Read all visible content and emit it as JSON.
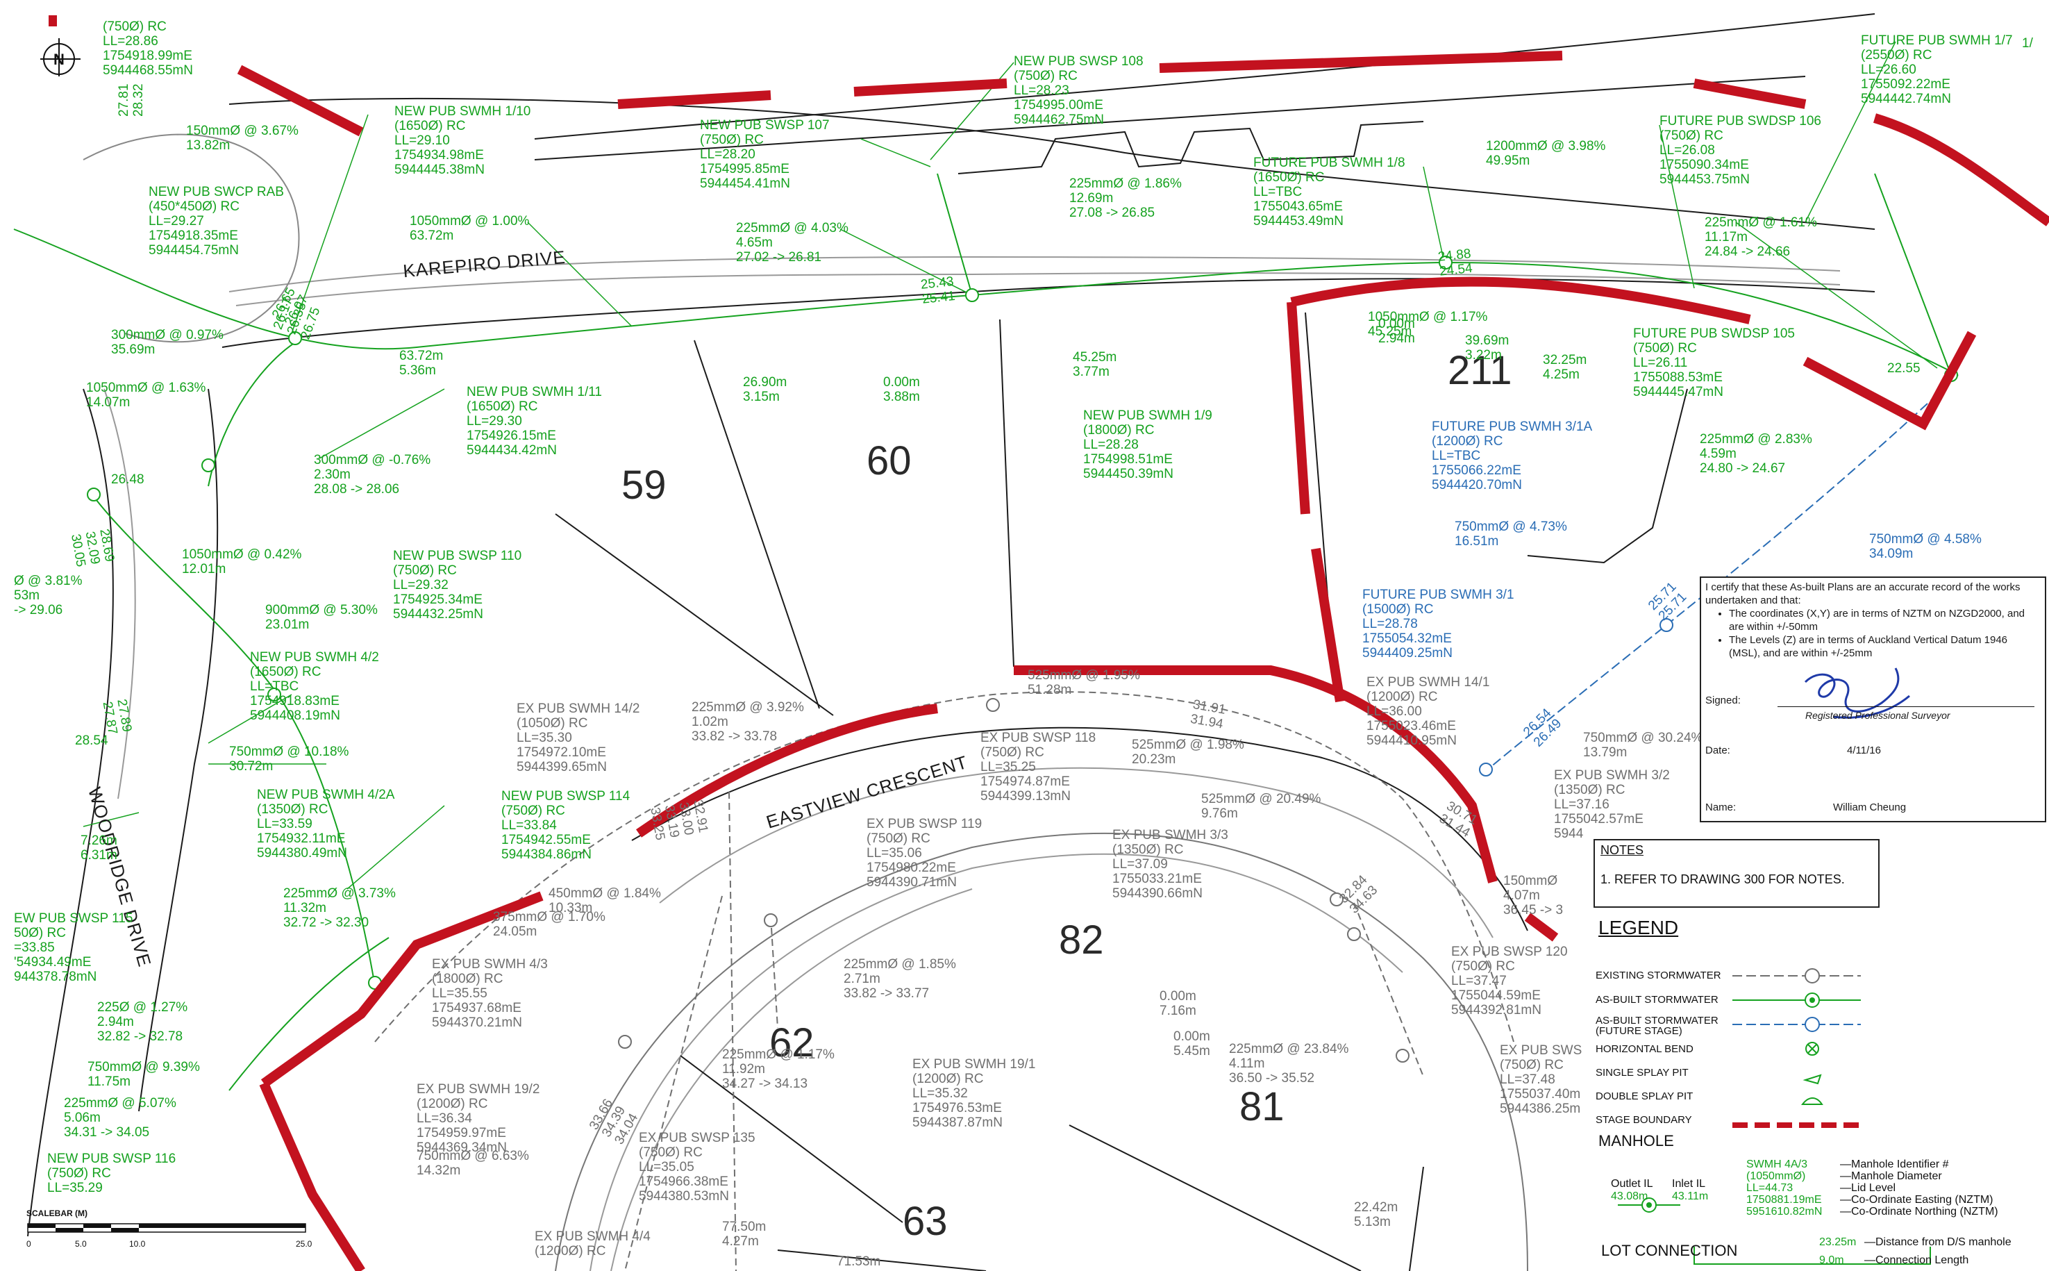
{
  "map": {
    "colors": {
      "stage_boundary": "#c3121f",
      "asbuilt": "#15a21f",
      "future": "#2a6db5",
      "existing": "#6f6f6f",
      "linework": "#1b1b1b"
    },
    "north_label": "N",
    "roads": {
      "karepiro": "KAREPIRO DRIVE",
      "woodridge": "WOODRIDGE DRIVE",
      "eastview": "EASTVIEW CRESCENT"
    },
    "lots": {
      "l59": "59",
      "l60": "60",
      "l211": "211",
      "l82": "82",
      "l81": "81",
      "l62": "62",
      "l63": "63"
    },
    "labels": [
      {
        "id": "t01",
        "c": "green",
        "lines": [
          "NEW PUB SWSP 108",
          "(750Ø) RC",
          "LL=28.23",
          "1754995.00mE",
          "5944462.75mN"
        ]
      },
      {
        "id": "t02",
        "c": "green",
        "lines": [
          "NEW PUB SWMH 1/10",
          "(1650Ø) RC",
          "LL=29.10",
          "1754934.98mE",
          "5944445.38mN"
        ]
      },
      {
        "id": "t03",
        "c": "green",
        "lines": [
          "NEW PUB SWSP 107",
          "(750Ø) RC",
          "LL=28.20",
          "1754995.85mE",
          "5944454.41mN"
        ]
      },
      {
        "id": "t04",
        "c": "green",
        "lines": [
          "(750Ø) RC",
          "LL=28.86",
          "1754918.99mE",
          "5944468.55mN"
        ]
      },
      {
        "id": "t05",
        "c": "green",
        "lines": [
          "150mmØ @ 3.67%",
          "13.82m"
        ]
      },
      {
        "id": "t06",
        "c": "green",
        "lines": [
          "NEW PUB SWCP RAB",
          "(450*450Ø) RC",
          "LL=29.27",
          "1754918.35mE",
          "5944454.75mN"
        ]
      },
      {
        "id": "t07",
        "c": "green",
        "lines": [
          "1050mmØ @ 1.00%",
          "63.72m"
        ]
      },
      {
        "id": "t08",
        "c": "green",
        "lines": [
          "225mmØ @ 4.03%",
          "4.65m",
          "27.02 -> 26.81"
        ]
      },
      {
        "id": "t09",
        "c": "green",
        "lines": [
          "225mmØ @ 1.86%",
          "12.69m",
          "27.08 -> 26.85"
        ]
      },
      {
        "id": "t10",
        "c": "green",
        "lines": [
          "FUTURE PUB SWMH 1/8",
          "(1650Ø) RC",
          "LL=TBC",
          "1755043.65mE",
          "5944453.49mN"
        ]
      },
      {
        "id": "t11",
        "c": "green",
        "lines": [
          "1200mmØ @ 3.98%",
          "49.95m"
        ]
      },
      {
        "id": "t12",
        "c": "green",
        "lines": [
          "FUTURE PUB SWMH 1/7",
          "(2550Ø) RC",
          "LL=26.60",
          "1755092.22mE",
          "5944442.74mN"
        ]
      },
      {
        "id": "t13",
        "c": "green",
        "lines": [
          "FUTURE PUB SWDSP 106",
          "(750Ø) RC",
          "LL=26.08",
          "1755090.34mE",
          "5944453.75mN"
        ]
      },
      {
        "id": "t14",
        "c": "green",
        "lines": [
          "225mmØ @ 1.61%",
          "11.17m",
          "24.84 -> 24.66"
        ]
      },
      {
        "id": "t15",
        "c": "green",
        "lines": [
          "24.88",
          "24.54"
        ]
      },
      {
        "id": "t16",
        "c": "green",
        "lines": [
          "25.43",
          "25.41"
        ]
      },
      {
        "id": "t17",
        "c": "green",
        "lines": [
          "1050mmØ @ 1.17%",
          "45.25m"
        ]
      },
      {
        "id": "t18",
        "c": "green",
        "lines": [
          "0.00m",
          "2.94m"
        ]
      },
      {
        "id": "t19",
        "c": "green",
        "lines": [
          "39.69m",
          "3.22m"
        ]
      },
      {
        "id": "t20",
        "c": "green",
        "lines": [
          "32.25m",
          "4.25m"
        ]
      },
      {
        "id": "t21",
        "c": "green",
        "lines": [
          "FUTURE PUB SWDSP 105",
          "(750Ø) RC",
          "LL=26.11",
          "1755088.53mE",
          "5944445.47mN"
        ]
      },
      {
        "id": "t22",
        "c": "green",
        "lines": [
          "22.55"
        ]
      },
      {
        "id": "t23",
        "c": "green",
        "lines": [
          "225mmØ @ 2.83%",
          "4.59m",
          "24.80 -> 24.67"
        ]
      },
      {
        "id": "t24",
        "c": "green",
        "lines": [
          "300mmØ @ 0.97%",
          "35.69m"
        ]
      },
      {
        "id": "t25",
        "c": "green",
        "lines": [
          "26.65",
          "26.07"
        ]
      },
      {
        "id": "t26",
        "c": "green",
        "lines": [
          "63.72m",
          "5.36m"
        ]
      },
      {
        "id": "t27",
        "c": "green",
        "lines": [
          "26.90m",
          "3.15m"
        ]
      },
      {
        "id": "t28",
        "c": "green",
        "lines": [
          "0.00m",
          "3.88m"
        ]
      },
      {
        "id": "t29",
        "c": "green",
        "lines": [
          "45.25m",
          "3.77m"
        ]
      },
      {
        "id": "t30",
        "c": "green",
        "lines": [
          "1050mmØ @ 1.63%",
          "14.07m"
        ]
      },
      {
        "id": "t31",
        "c": "green",
        "lines": [
          "NEW PUB SWMH 1/11",
          "(1650Ø) RC",
          "LL=29.30",
          "1754926.15mE",
          "5944434.42mN"
        ]
      },
      {
        "id": "t32",
        "c": "green",
        "lines": [
          "NEW PUB SWMH 1/9",
          "(1800Ø) RC",
          "LL=28.28",
          "1754998.51mE",
          "5944450.39mN"
        ]
      },
      {
        "id": "t33",
        "c": "green",
        "lines": [
          "300mmØ @ -0.76%",
          "2.30m",
          "28.08 -> 28.06"
        ]
      },
      {
        "id": "t34",
        "c": "green",
        "lines": [
          "26.48"
        ]
      },
      {
        "id": "t35",
        "c": "green",
        "lines": [
          "1050mmØ @ 0.42%",
          "12.01m"
        ]
      },
      {
        "id": "t36",
        "c": "green",
        "lines": [
          "NEW PUB SWSP 110",
          "(750Ø) RC",
          "LL=29.32",
          "1754925.34mE",
          "5944432.25mN"
        ]
      },
      {
        "id": "t37",
        "c": "green",
        "lines": [
          "Ø @ 3.81%",
          "53m",
          "-> 29.06"
        ]
      },
      {
        "id": "t38",
        "c": "green",
        "lines": [
          "900mmØ @ 5.30%",
          "23.01m"
        ]
      },
      {
        "id": "t39",
        "c": "green",
        "lines": [
          "NEW PUB SWMH 4/2",
          "(1650Ø) RC",
          "LL=TBC",
          "1754918.83mE",
          "5944408.19mN"
        ]
      },
      {
        "id": "t40",
        "c": "green",
        "lines": [
          "750mmØ @ 10.18%",
          "30.72m"
        ]
      },
      {
        "id": "t41",
        "c": "green",
        "lines": [
          "NEW PUB SWMH 4/2A",
          "(1350Ø) RC",
          "LL=33.59",
          "1754932.11mE",
          "5944380.49mN"
        ]
      },
      {
        "id": "t42",
        "c": "green",
        "lines": [
          "NEW PUB SWSP 114",
          "(750Ø) RC",
          "LL=33.84",
          "1754942.55mE",
          "5944384.86mN"
        ]
      },
      {
        "id": "t43",
        "c": "green",
        "lines": [
          "7.26m",
          "6.31m"
        ]
      },
      {
        "id": "t44",
        "c": "green",
        "lines": [
          "225mmØ @ 3.73%",
          "11.32m",
          "32.72 -> 32.30"
        ]
      },
      {
        "id": "t45",
        "c": "green",
        "lines": [
          "EW PUB SWSP 115",
          "50Ø) RC",
          "=33.85",
          "'54934.49mE",
          "944378.78mN"
        ]
      },
      {
        "id": "t46",
        "c": "green",
        "lines": [
          "225Ø @ 1.27%",
          "2.94m",
          "32.82 -> 32.78"
        ]
      },
      {
        "id": "t47",
        "c": "green",
        "lines": [
          "750mmØ @ 9.39%",
          "11.75m"
        ]
      },
      {
        "id": "t48",
        "c": "green",
        "lines": [
          "225mmØ @ 5.07%",
          "5.06m",
          "34.31 -> 34.05"
        ]
      },
      {
        "id": "t49",
        "c": "green",
        "lines": [
          "NEW PUB SWSP 116",
          "(750Ø) RC",
          "LL=35.29"
        ]
      },
      {
        "id": "t50",
        "c": "green",
        "lines": [
          "28.54"
        ]
      },
      {
        "id": "t51",
        "c": "blue",
        "lines": [
          "FUTURE PUB SWMH 3/1A",
          "(1200Ø) RC",
          "LL=TBC",
          "1755066.22mE",
          "5944420.70mN"
        ]
      },
      {
        "id": "t52",
        "c": "blue",
        "lines": [
          "750mmØ @ 4.73%",
          "16.51m"
        ]
      },
      {
        "id": "t53",
        "c": "blue",
        "lines": [
          "750mmØ @ 4.58%",
          "34.09m"
        ]
      },
      {
        "id": "t54",
        "c": "blue",
        "lines": [
          "FUTURE PUB SWMH 3/1",
          "(1500Ø) RC",
          "LL=28.78",
          "1755054.32mE",
          "5944409.25mN"
        ]
      },
      {
        "id": "t55",
        "c": "blue",
        "lines": [
          "25.71",
          "25.71"
        ]
      },
      {
        "id": "t56",
        "c": "blue",
        "lines": [
          "26.54",
          "26.49"
        ]
      },
      {
        "id": "t57",
        "c": "grey",
        "lines": [
          "525mmØ @ 1.95%",
          "51.28m"
        ]
      },
      {
        "id": "t58",
        "c": "grey",
        "lines": [
          "EX PUB SWMH 14/1",
          "(1200Ø) RC",
          "LL=36.00",
          "1755023.46mE",
          "5944410.95mN"
        ]
      },
      {
        "id": "t59",
        "c": "grey",
        "lines": [
          "31.91",
          "31.94"
        ]
      },
      {
        "id": "t60",
        "c": "grey",
        "lines": [
          "750mmØ @ 30.24%",
          "13.79m"
        ]
      },
      {
        "id": "t61",
        "c": "grey",
        "lines": [
          "EX PUB SWMH 14/2",
          "(1050Ø) RC",
          "LL=35.30",
          "1754972.10mE",
          "5944399.65mN"
        ]
      },
      {
        "id": "t62",
        "c": "grey",
        "lines": [
          "225mmØ @ 3.92%",
          "1.02m",
          "33.82 -> 33.78"
        ]
      },
      {
        "id": "t63",
        "c": "grey",
        "lines": [
          "EX PUB SWSP 118",
          "(750Ø) RC",
          "LL=35.25",
          "1754974.87mE",
          "5944399.13mN"
        ]
      },
      {
        "id": "t64",
        "c": "grey",
        "lines": [
          "525mmØ @ 1.98%",
          "20.23m"
        ]
      },
      {
        "id": "t65",
        "c": "grey",
        "lines": [
          "525mmØ @ 20.49%",
          "9.76m"
        ]
      },
      {
        "id": "t66",
        "c": "grey",
        "lines": [
          "EX PUB SWMH 3/2",
          "(1350Ø) RC",
          "LL=37.16",
          "1755042.57mE",
          "5944"
        ]
      },
      {
        "id": "t67",
        "c": "grey",
        "lines": [
          "30.71",
          "31.44"
        ]
      },
      {
        "id": "t68",
        "c": "grey",
        "lines": [
          "EX PUB SWSP 119",
          "(750Ø) RC",
          "LL=35.06",
          "1754980.22mE",
          "5944390.71mN"
        ]
      },
      {
        "id": "t69",
        "c": "grey",
        "lines": [
          "EX PUB SWMH 3/3",
          "(1350Ø) RC",
          "LL=37.09",
          "1755033.21mE",
          "5944390.66mN"
        ]
      },
      {
        "id": "t70",
        "c": "grey",
        "lines": [
          "450mmØ @ 1.84%",
          "10.33m"
        ]
      },
      {
        "id": "t71",
        "c": "grey",
        "lines": [
          "375mmØ @ 1.70%",
          "24.05m"
        ]
      },
      {
        "id": "t72",
        "c": "grey",
        "lines": [
          "150mmØ",
          "4.07m",
          "36.45 -> 3"
        ]
      },
      {
        "id": "t73",
        "c": "grey",
        "lines": [
          "EX PUB SWMH 4/3",
          "(1800Ø) RC",
          "LL=35.55",
          "1754937.68mE",
          "5944370.21mN"
        ]
      },
      {
        "id": "t74",
        "c": "grey",
        "lines": [
          "225mmØ @ 1.85%",
          "2.71m",
          "33.82 -> 33.77"
        ]
      },
      {
        "id": "t75",
        "c": "grey",
        "lines": [
          "EX PUB SWSP 120",
          "(750Ø) RC",
          "LL=37.47",
          "1755044.59mE",
          "5944392.81mN"
        ]
      },
      {
        "id": "t76",
        "c": "grey",
        "lines": [
          "0.00m",
          "7.16m"
        ]
      },
      {
        "id": "t77",
        "c": "grey",
        "lines": [
          "0.00m",
          "5.45m"
        ]
      },
      {
        "id": "t78",
        "c": "grey",
        "lines": [
          "225mmØ @ 23.84%",
          "4.11m",
          "36.50 -> 35.52"
        ]
      },
      {
        "id": "t79",
        "c": "grey",
        "lines": [
          "EX PUB SWMH 19/2",
          "(1200Ø) RC",
          "LL=36.34",
          "1754959.97mE",
          "5944369.34mN"
        ]
      },
      {
        "id": "t80",
        "c": "grey",
        "lines": [
          "225mmØ @ 1.17%",
          "11.92m",
          "34.27 -> 34.13"
        ]
      },
      {
        "id": "t81",
        "c": "grey",
        "lines": [
          "EX PUB SWMH 19/1",
          "(1200Ø) RC",
          "LL=35.32",
          "1754976.53mE",
          "5944387.87mN"
        ]
      },
      {
        "id": "t82",
        "c": "grey",
        "lines": [
          "EX PUB SWS",
          "(750Ø) RC",
          "LL=37.48",
          "1755037.40m",
          "5944386.25m"
        ]
      },
      {
        "id": "t83",
        "c": "grey",
        "lines": [
          "750mmØ @ 6.63%",
          "14.32m"
        ]
      },
      {
        "id": "t84",
        "c": "grey",
        "lines": [
          "EX PUB SWSP 135",
          "(750Ø) RC",
          "LL=35.05",
          "1754966.38mE",
          "5944380.53mN"
        ]
      },
      {
        "id": "t85",
        "c": "grey",
        "lines": [
          "EX PUB SWMH 4/4",
          "(1200Ø) RC"
        ]
      },
      {
        "id": "t86",
        "c": "grey",
        "lines": [
          "77.50m",
          "4.27m"
        ]
      },
      {
        "id": "t87",
        "c": "grey",
        "lines": [
          "71.53m"
        ]
      },
      {
        "id": "t88",
        "c": "grey",
        "lines": [
          "22.42m",
          "5.13m"
        ]
      },
      {
        "id": "t89",
        "c": "grey",
        "lines": [
          "32.84",
          "34.63"
        ]
      },
      {
        "id": "t90",
        "c": "grey",
        "lines": [
          "32.91",
          "33.00",
          "33.19",
          "33.25"
        ]
      },
      {
        "id": "t91",
        "c": "grey",
        "lines": [
          "33.66",
          "34.39",
          "34.04"
        ]
      },
      {
        "id": "t92",
        "c": "green",
        "lines": [
          "27.81",
          "28.32"
        ]
      },
      {
        "id": "t93",
        "c": "green",
        "lines": [
          "26.17",
          "26.35",
          "26.75"
        ]
      },
      {
        "id": "t94",
        "c": "green",
        "lines": [
          "27.89",
          "27.87"
        ]
      },
      {
        "id": "t95",
        "c": "green",
        "lines": [
          "28.69",
          "32.09",
          "30.05"
        ]
      },
      {
        "id": "t96",
        "c": "green",
        "lines": [
          "1/"
        ]
      }
    ]
  },
  "certificate": {
    "intro": "I certify that these As-built Plans are an accurate record of the works undertaken and that:",
    "bullet1": "The coordinates (X,Y) are in terms of NZTM on NZGD2000, and are within +/-50mm",
    "bullet2": "The Levels (Z) are in terms of Auckland Vertical Datum 1946 (MSL), and are within +/-25mm",
    "signed_label": "Signed:",
    "surveyor_caption": "Registered Professional Surveyor",
    "date_label": "Date:",
    "date_value": "4/11/16",
    "name_label": "Name:",
    "name_value": "William Cheung"
  },
  "notes": {
    "title": "NOTES",
    "item1": "1.   REFER TO DRAWING 300 FOR NOTES."
  },
  "legend": {
    "title": "LEGEND",
    "items": [
      "EXISTING STORMWATER",
      "AS-BUILT STORMWATER",
      "AS-BUILT STORMWATER (FUTURE STAGE)",
      "HORIZONTAL BEND",
      "SINGLE SPLAY PIT",
      "DOUBLE SPLAY PIT",
      "STAGE BOUNDARY"
    ],
    "manhole_title": "MANHOLE",
    "outlet_label": "Outlet IL",
    "outlet_value": "43.08m",
    "inlet_label": "Inlet IL",
    "inlet_value": "43.11m",
    "mh_example": [
      "SWMH 4A/3",
      "(1050mmØ)",
      "LL=44.73",
      "1750881.19mE",
      "5951610.82mN"
    ],
    "mh_explain": [
      "—Manhole Identifier #",
      "—Manhole Diameter",
      "—Lid Level",
      "—Co-Ordinate Easting (NZTM)",
      "—Co-Ordinate Northing (NZTM)"
    ],
    "lot_connection_title": "LOT CONNECTION",
    "lc_dist_value": "23.25m",
    "lc_dist_label": "—Distance from D/S manhole",
    "lc_len_value": "9.0m",
    "lc_len_label": "—Connection Length"
  },
  "scalebar": {
    "title": "SCALEBAR (M)",
    "ticks": [
      "0",
      "5.0",
      "10.0",
      "25.0"
    ]
  }
}
